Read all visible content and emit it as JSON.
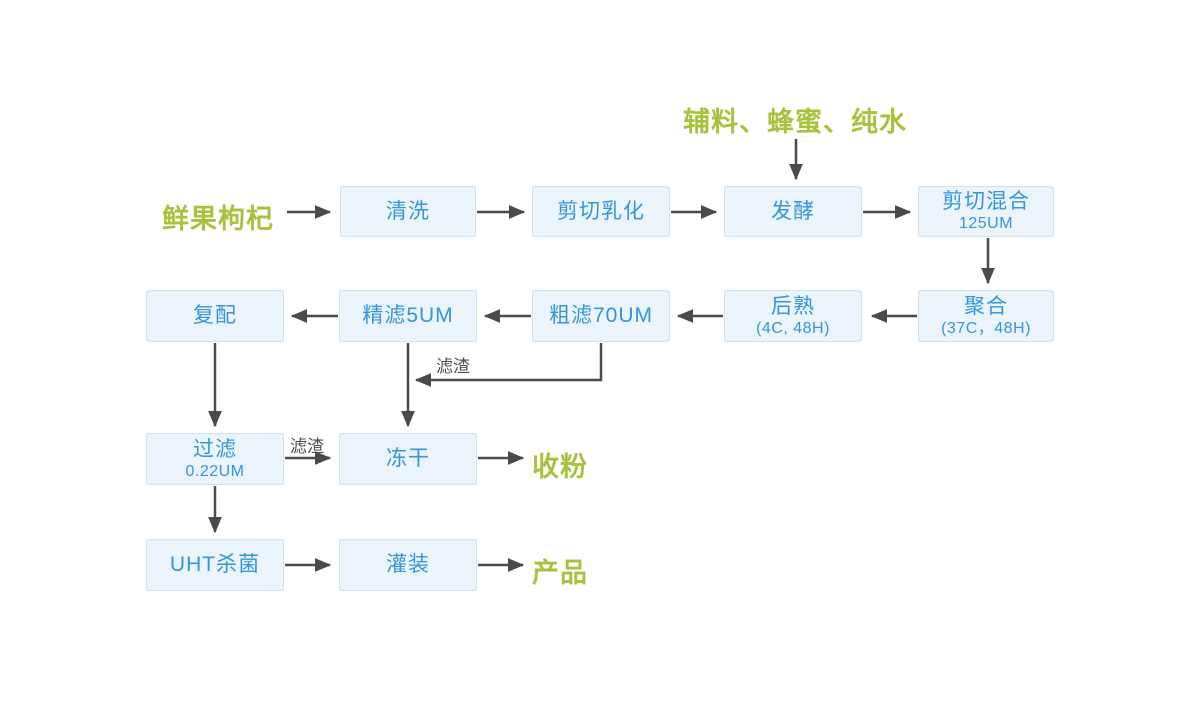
{
  "labels": {
    "top_inputs": "辅料、蜂蜜、纯水",
    "fresh_goji": "鲜果枸杞",
    "collect_powder": "收粉",
    "product": "产品",
    "residue_coarse": "滤渣",
    "residue_filter": "滤渣"
  },
  "nodes": {
    "wash": {
      "label": "清洗"
    },
    "shear_emulsify": {
      "label": "剪切乳化"
    },
    "ferment": {
      "label": "发酵"
    },
    "shear_mix": {
      "label": "剪切混合",
      "sub": "125UM"
    },
    "polymerize": {
      "label": "聚合",
      "sub": "(37C，48H)"
    },
    "post_ripen": {
      "label": "后熟",
      "sub": "(4C, 48H)"
    },
    "coarse_filter": {
      "label": "粗滤70UM"
    },
    "fine_filter": {
      "label": "精滤5UM"
    },
    "compound": {
      "label": "复配"
    },
    "filter_022": {
      "label": "过滤",
      "sub": "0.22UM"
    },
    "freeze_dry": {
      "label": "冻干"
    },
    "uht_sterilize": {
      "label": "UHT杀菌"
    },
    "filling": {
      "label": "灌装"
    }
  },
  "colors": {
    "node_fill": "#eaf4fa",
    "node_border": "#cfe3ef",
    "node_text": "#3496d8",
    "accent_green": "#a5c33c",
    "arrow": "#4a4a4a"
  }
}
